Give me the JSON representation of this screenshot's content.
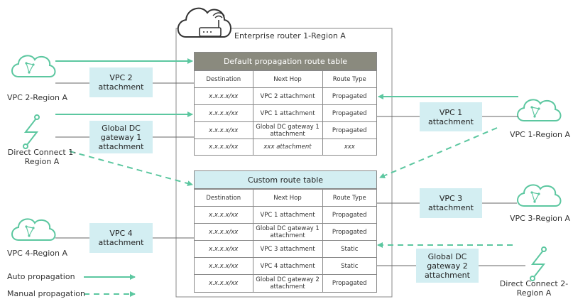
{
  "router": {
    "title": "Enterprise router 1-Region A"
  },
  "default_table": {
    "title": "Default propagation route table",
    "columns": [
      "Destination",
      "Next Hop",
      "Route Type"
    ],
    "rows": [
      [
        "x.x.x.x/xx",
        "VPC 2 attachment",
        "Propagated"
      ],
      [
        "x.x.x.x/xx",
        "VPC 1 attachment",
        "Propagated"
      ],
      [
        "x.x.x.x/xx",
        "Global DC gateway 1 attachment",
        "Propagated"
      ],
      [
        "x.x.x.x/xx",
        "xxx attachment",
        "xxx"
      ]
    ]
  },
  "custom_table": {
    "title": "Custom route table",
    "columns": [
      "Destination",
      "Next Hop",
      "Route Type"
    ],
    "rows": [
      [
        "x.x.x.x/xx",
        "VPC 1 attachment",
        "Propagated"
      ],
      [
        "x.x.x.x/xx",
        "Global DC gateway 1 attachment",
        "Propagated"
      ],
      [
        "x.x.x.x/xx",
        "VPC 3 attachment",
        "Static"
      ],
      [
        "x.x.x.x/xx",
        "VPC 4 attachment",
        "Static"
      ],
      [
        "x.x.x.x/xx",
        "Global DC gateway 2 attachment",
        "Propagated"
      ]
    ]
  },
  "nodes": {
    "vpc2": "VPC 2-Region A",
    "dc1": "Direct Connect 1-Region A",
    "vpc4": "VPC 4-Region A",
    "vpc1": "VPC 1-Region A",
    "vpc3": "VPC 3-Region A",
    "dc2": "Direct Connect 2-Region A"
  },
  "attachments": {
    "vpc2": "VPC 2 attachment",
    "dc1": "Global DC gateway 1 attachment",
    "vpc4": "VPC 4 attachment",
    "vpc1": "VPC 1 attachment",
    "vpc3": "VPC 3 attachment",
    "dc2": "Global DC gateway 2 attachment"
  },
  "legend": {
    "auto": "Auto propagation",
    "manual": "Manual propagation"
  },
  "colors": {
    "accent": "#5cc7a0",
    "attachment_fill": "#d3eef2",
    "default_header": "#8a8a7e",
    "custom_header": "#d3eef2"
  }
}
